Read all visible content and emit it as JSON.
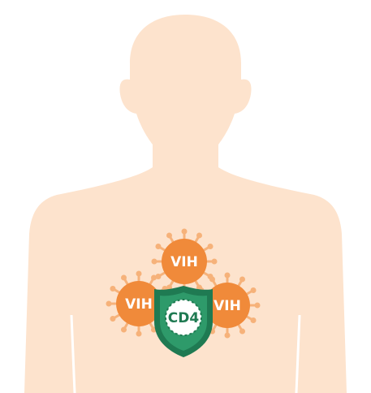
{
  "figure": {
    "viruses": [
      {
        "label": "VIH"
      },
      {
        "label": "VIH"
      },
      {
        "label": "VIH"
      }
    ],
    "cd4_cell": {
      "label": "CD4"
    }
  },
  "colors": {
    "skin": "#fde3cd",
    "virus_fill": "#f08a3a",
    "virus_light": "#f6b27a",
    "shield_dark": "#1f7a52",
    "shield_mid": "#2e9a6a",
    "cell_fill": "#ffffff",
    "cell_text": "#1f7a52",
    "virus_text": "#ffffff"
  }
}
